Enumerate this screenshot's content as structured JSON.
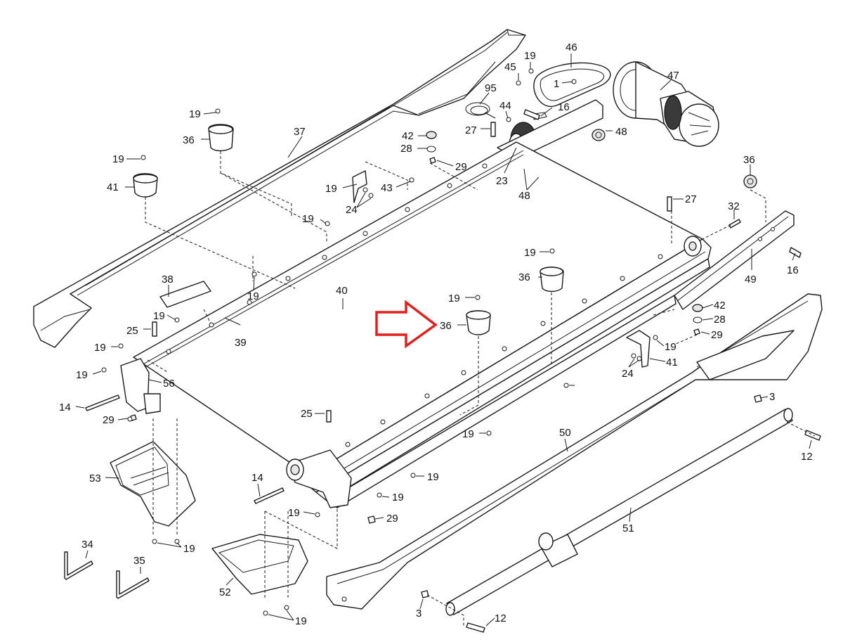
{
  "colors": {
    "line": "#1a1a1a",
    "highlight_arrow": "#e0201c",
    "background": "#ffffff"
  },
  "highlight": {
    "part_number": "36",
    "icon": "right-arrow-icon"
  },
  "labels": [
    {
      "id": "l46",
      "text": "46"
    },
    {
      "id": "l19a",
      "text": "19"
    },
    {
      "id": "l45",
      "text": "45"
    },
    {
      "id": "l47",
      "text": "47"
    },
    {
      "id": "l1",
      "text": "1"
    },
    {
      "id": "l95",
      "text": "95"
    },
    {
      "id": "l44",
      "text": "44"
    },
    {
      "id": "l16a",
      "text": "16"
    },
    {
      "id": "l19b",
      "text": "19"
    },
    {
      "id": "l36a",
      "text": "36"
    },
    {
      "id": "l37",
      "text": "37"
    },
    {
      "id": "l27a",
      "text": "27"
    },
    {
      "id": "l42a",
      "text": "42"
    },
    {
      "id": "l48a",
      "text": "48"
    },
    {
      "id": "l28a",
      "text": "28"
    },
    {
      "id": "l29a",
      "text": "29"
    },
    {
      "id": "l19c",
      "text": "19"
    },
    {
      "id": "l43",
      "text": "43"
    },
    {
      "id": "l23",
      "text": "23"
    },
    {
      "id": "l48b",
      "text": "48"
    },
    {
      "id": "l36b",
      "text": "36"
    },
    {
      "id": "l41a",
      "text": "41"
    },
    {
      "id": "l19d",
      "text": "19"
    },
    {
      "id": "l24a",
      "text": "24"
    },
    {
      "id": "l27b",
      "text": "27"
    },
    {
      "id": "l32",
      "text": "32"
    },
    {
      "id": "l19e",
      "text": "19"
    },
    {
      "id": "l16b",
      "text": "16"
    },
    {
      "id": "l19f",
      "text": "19"
    },
    {
      "id": "l36c",
      "text": "36"
    },
    {
      "id": "l49",
      "text": "49"
    },
    {
      "id": "l38",
      "text": "38"
    },
    {
      "id": "l40",
      "text": "40"
    },
    {
      "id": "l19g",
      "text": "19"
    },
    {
      "id": "l19h",
      "text": "19"
    },
    {
      "id": "l36d",
      "text": "36"
    },
    {
      "id": "l42b",
      "text": "42"
    },
    {
      "id": "l28b",
      "text": "28"
    },
    {
      "id": "l25a",
      "text": "25"
    },
    {
      "id": "l39",
      "text": "39"
    },
    {
      "id": "l29b",
      "text": "29"
    },
    {
      "id": "l19i",
      "text": "19"
    },
    {
      "id": "l19j",
      "text": "19"
    },
    {
      "id": "l41b",
      "text": "41"
    },
    {
      "id": "l19k",
      "text": "19"
    },
    {
      "id": "l24b",
      "text": "24"
    },
    {
      "id": "l56",
      "text": "56"
    },
    {
      "id": "l19l",
      "text": "19"
    },
    {
      "id": "l14a",
      "text": "14"
    },
    {
      "id": "l3a",
      "text": "3"
    },
    {
      "id": "l29c",
      "text": "29"
    },
    {
      "id": "l25b",
      "text": "25"
    },
    {
      "id": "l19m",
      "text": "19"
    },
    {
      "id": "l50",
      "text": "50"
    },
    {
      "id": "l12a",
      "text": "12"
    },
    {
      "id": "l53",
      "text": "53"
    },
    {
      "id": "l19n",
      "text": "19"
    },
    {
      "id": "l14b",
      "text": "14"
    },
    {
      "id": "l19o",
      "text": "19"
    },
    {
      "id": "l19p",
      "text": "19"
    },
    {
      "id": "l29d",
      "text": "29"
    },
    {
      "id": "l51",
      "text": "51"
    },
    {
      "id": "l34",
      "text": "34"
    },
    {
      "id": "l19q",
      "text": "19"
    },
    {
      "id": "l35",
      "text": "35"
    },
    {
      "id": "l52",
      "text": "52"
    },
    {
      "id": "l19r",
      "text": "19"
    },
    {
      "id": "l3b",
      "text": "3"
    },
    {
      "id": "l12b",
      "text": "12"
    }
  ]
}
